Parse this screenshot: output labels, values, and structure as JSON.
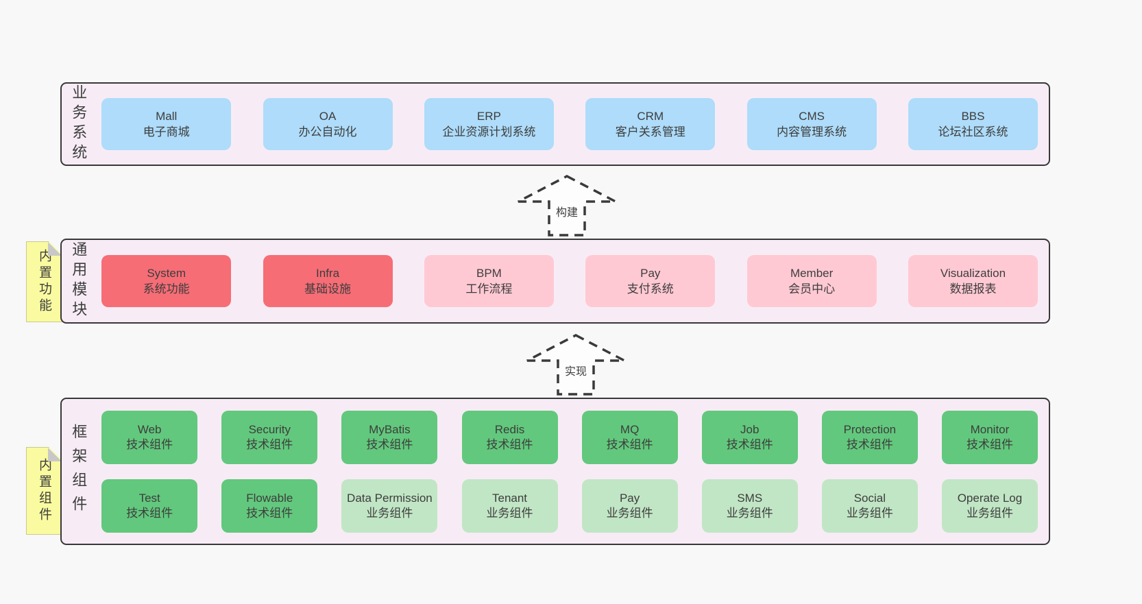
{
  "colors": {
    "page_background": "#f8f8f8",
    "container_background": "#f7ecf5",
    "container_border": "#383838",
    "blue_box": "#aedcfa",
    "red_box": "#f66d76",
    "pink_box": "#ffc9d3",
    "green_box": "#62c87d",
    "light_green_box": "#c1e6c5",
    "sticky_yellow": "#fafaa0",
    "text": "#3d3d3d"
  },
  "sections": {
    "business": {
      "label": "业务系统",
      "boxes": [
        {
          "title": "Mall",
          "subtitle": "电子商城"
        },
        {
          "title": "OA",
          "subtitle": "办公自动化"
        },
        {
          "title": "ERP",
          "subtitle": "企业资源计划系统"
        },
        {
          "title": "CRM",
          "subtitle": "客户关系管理"
        },
        {
          "title": "CMS",
          "subtitle": "内容管理系统"
        },
        {
          "title": "BBS",
          "subtitle": "论坛社区系统"
        }
      ]
    },
    "modules": {
      "label": "通用模块",
      "sticky": "内置功能",
      "boxes": [
        {
          "title": "System",
          "subtitle": "系统功能"
        },
        {
          "title": "Infra",
          "subtitle": "基础设施"
        },
        {
          "title": "BPM",
          "subtitle": "工作流程"
        },
        {
          "title": "Pay",
          "subtitle": "支付系统"
        },
        {
          "title": "Member",
          "subtitle": "会员中心"
        },
        {
          "title": "Visualization",
          "subtitle": "数据报表"
        }
      ]
    },
    "components": {
      "label": "框架组件",
      "sticky": "内置组件",
      "row1": [
        {
          "title": "Web",
          "subtitle": "技术组件"
        },
        {
          "title": "Security",
          "subtitle": "技术组件"
        },
        {
          "title": "MyBatis",
          "subtitle": "技术组件"
        },
        {
          "title": "Redis",
          "subtitle": "技术组件"
        },
        {
          "title": "MQ",
          "subtitle": "技术组件"
        },
        {
          "title": "Job",
          "subtitle": "技术组件"
        },
        {
          "title": "Protection",
          "subtitle": "技术组件"
        },
        {
          "title": "Monitor",
          "subtitle": "技术组件"
        }
      ],
      "row2": [
        {
          "title": "Test",
          "subtitle": "技术组件"
        },
        {
          "title": "Flowable",
          "subtitle": "技术组件"
        },
        {
          "title": "Data Permission",
          "subtitle": "业务组件"
        },
        {
          "title": "Tenant",
          "subtitle": "业务组件"
        },
        {
          "title": "Pay",
          "subtitle": "业务组件"
        },
        {
          "title": "SMS",
          "subtitle": "业务组件"
        },
        {
          "title": "Social",
          "subtitle": "业务组件"
        },
        {
          "title": "Operate Log",
          "subtitle": "业务组件"
        }
      ]
    }
  },
  "arrows": [
    {
      "label": "构建"
    },
    {
      "label": "实现"
    }
  ]
}
